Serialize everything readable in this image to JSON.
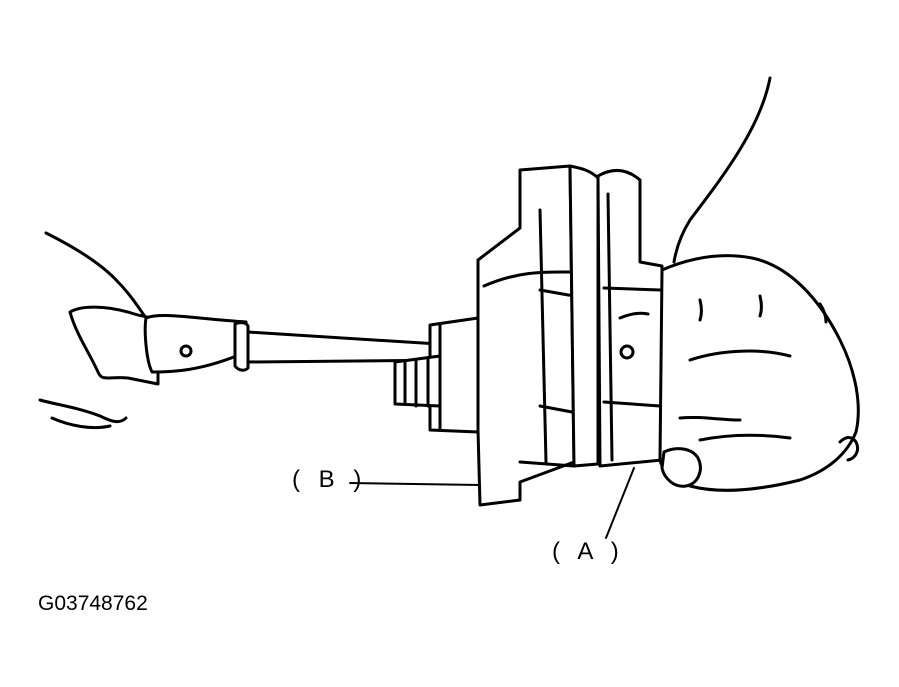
{
  "labels": {
    "a": "( A )",
    "b": "( B )"
  },
  "figure_id": "G03748762",
  "colors": {
    "line": "#000000",
    "background": "#ffffff"
  }
}
